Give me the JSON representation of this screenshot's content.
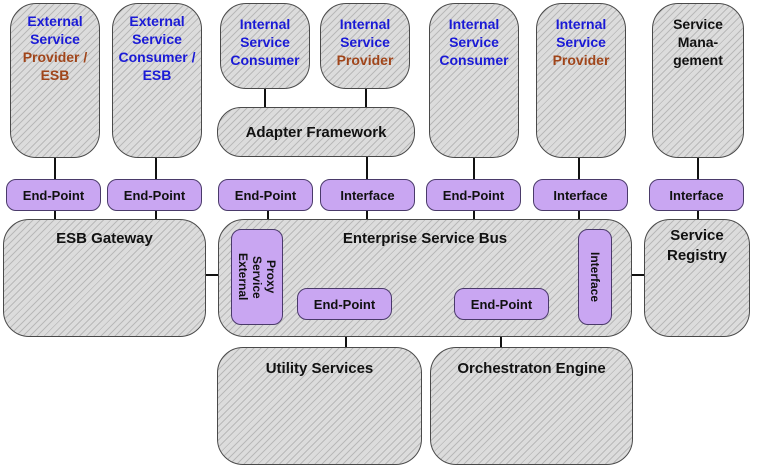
{
  "top_boxes": {
    "external_provider": {
      "line1": "External",
      "line2": "Service",
      "line3": "Provider /",
      "line4": "ESB"
    },
    "external_consumer": {
      "line1": "External",
      "line2": "Service",
      "line3": "Consumer /",
      "line4": "ESB"
    },
    "internal_consumer_1": {
      "line1": "Internal",
      "line2": "Service",
      "line3": "Consumer"
    },
    "internal_provider_1": {
      "line1": "Internal",
      "line2": "Service",
      "line3": "Provider"
    },
    "internal_consumer_2": {
      "line1": "Internal",
      "line2": "Service",
      "line3": "Consumer"
    },
    "internal_provider_2": {
      "line1": "Internal",
      "line2": "Service",
      "line3": "Provider"
    },
    "service_management": {
      "line1": "Service",
      "line2": "Mana-",
      "line3": "gement"
    }
  },
  "adapter_framework": "Adapter Framework",
  "connectors": {
    "ep1": "End-Point",
    "ep2": "End-Point",
    "ep3": "End-Point",
    "if1": "Interface",
    "ep4": "End-Point",
    "if2": "Interface",
    "if3": "Interface"
  },
  "esb_gateway": "ESB Gateway",
  "enterprise_service_bus": "Enterprise Service Bus",
  "external_service_proxy": {
    "line1": "External",
    "line2": "Service",
    "line3": "Proxy"
  },
  "esb_interface": "Interface",
  "esb_endpoint_1": "End-Point",
  "esb_endpoint_2": "End-Point",
  "service_registry": {
    "line1": "Service",
    "line2": "Registry"
  },
  "utility_services": "Utility Services",
  "orchestration_engine": "Orchestraton Engine",
  "colors": {
    "blue_text": "#1a1ad6",
    "brown_text": "#a0451a",
    "connector_fill": "#c9a6f2",
    "box_fill": "#dcdcdc"
  }
}
